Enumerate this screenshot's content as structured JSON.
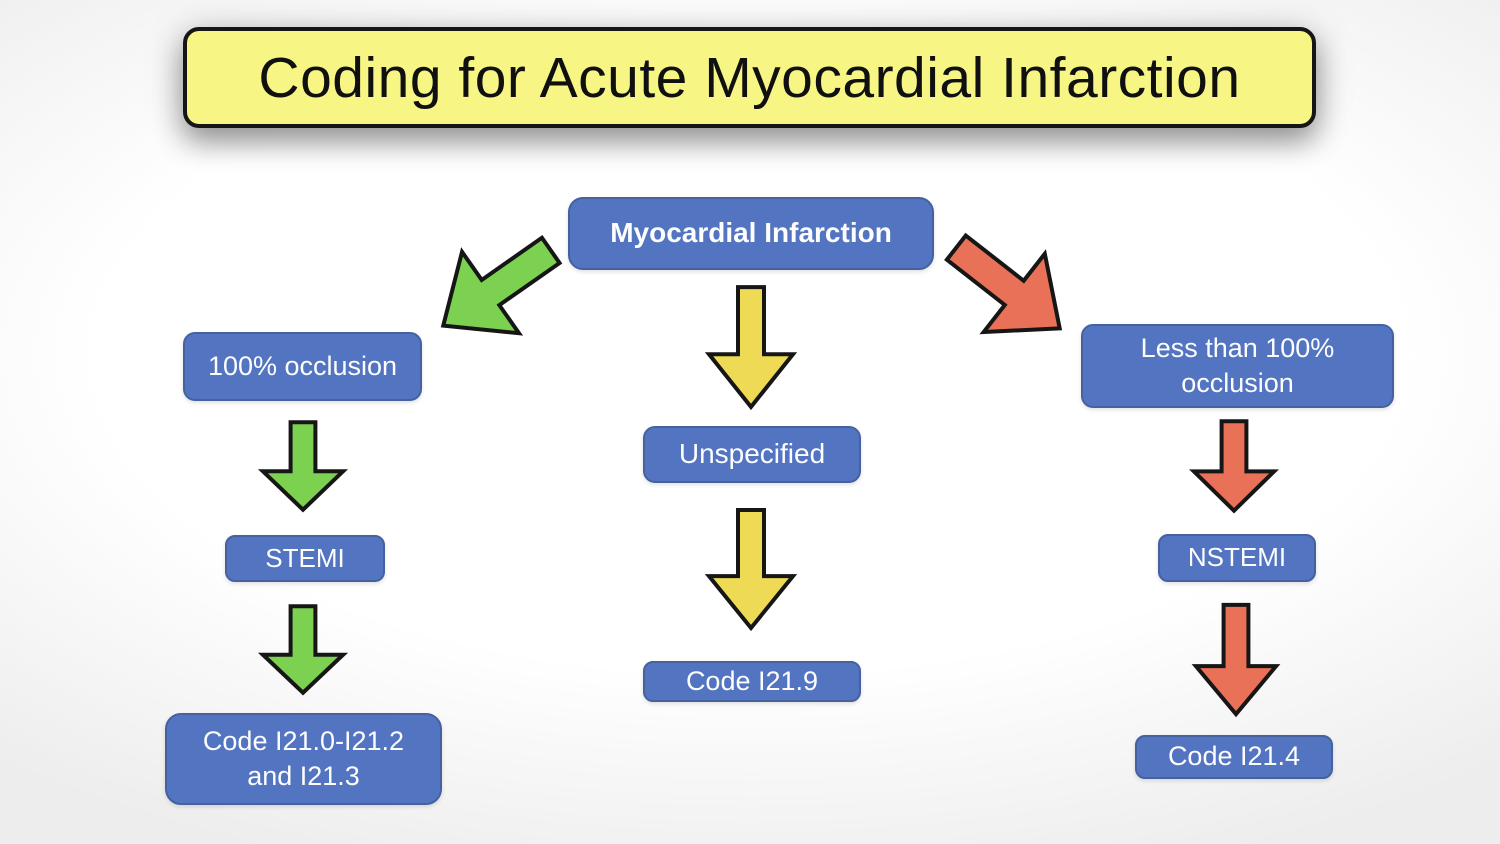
{
  "page_title": "Coding for Acute Myocardial Infarction",
  "colors": {
    "title-yellow": "#F7F584",
    "node-blue": "#5374C1",
    "node-blue-border": "#45629F",
    "node-text": "#FDFDFE",
    "arrow-green": "#7CD150",
    "arrow-yellow": "#EFDA55",
    "arrow-red": "#E97158",
    "outline-black": "#161616"
  },
  "diagram": {
    "root": {
      "label": "Myocardial Infarction"
    },
    "branches": [
      {
        "name": "stemi-pathway",
        "arrow_color": "green",
        "nodes": [
          {
            "label": "100% occlusion"
          },
          {
            "label": "STEMI"
          },
          {
            "label": "Code I21.0-I21.2 and I21.3"
          }
        ]
      },
      {
        "name": "unspecified-pathway",
        "arrow_color": "yellow",
        "nodes": [
          {
            "label": "Unspecified"
          },
          {
            "label": "Code I21.9"
          }
        ]
      },
      {
        "name": "nstemi-pathway",
        "arrow_color": "red",
        "nodes": [
          {
            "label": "Less than 100% occlusion"
          },
          {
            "label": "NSTEMI"
          },
          {
            "label": "Code I21.4"
          }
        ]
      }
    ]
  }
}
